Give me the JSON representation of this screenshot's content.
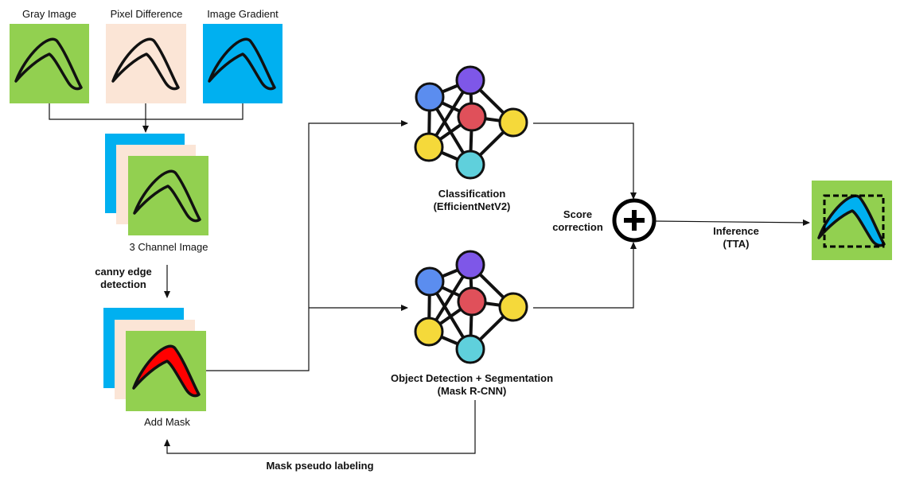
{
  "inputs": {
    "gray_label": "Gray Image",
    "pixel_label": "Pixel Difference",
    "gradient_label": "Image Gradient"
  },
  "stack": {
    "channel_label": "3 Channel Image",
    "edge_label_line1": "canny edge",
    "edge_label_line2": "detection",
    "mask_label": "Add Mask"
  },
  "models": {
    "classification_line1": "Classification",
    "classification_line2": "(EfficientNetV2)",
    "detection_line1": "Object Detection + Segmentation",
    "detection_line2": "(Mask R-CNN)"
  },
  "fusion": {
    "score_line1": "Score",
    "score_line2": "correction",
    "inference_line1": "Inference",
    "inference_line2": "(TTA)"
  },
  "feedback": {
    "pseudo_label": "Mask pseudo labeling"
  },
  "colors": {
    "green": "#92d050",
    "peach": "#fbe5d6",
    "blue": "#00b0f0",
    "mask_red": "#ff0000",
    "node_blue": "#5b8def",
    "node_purple": "#7e57e8",
    "node_red": "#e0505a",
    "node_yellow": "#f5d93a",
    "node_cyan": "#5fd0dc"
  }
}
